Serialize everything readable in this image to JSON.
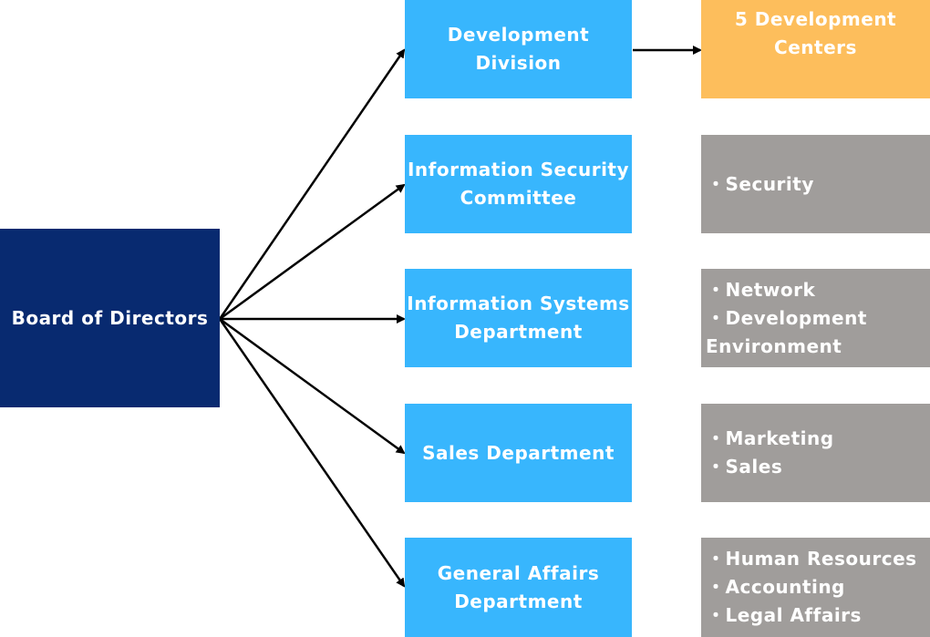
{
  "board": {
    "label": "Board of Directors"
  },
  "departments": [
    {
      "label_lines": [
        "Development",
        "Division"
      ]
    },
    {
      "label_lines": [
        "Information Security",
        "Committee"
      ]
    },
    {
      "label_lines": [
        "Information Systems",
        "Department"
      ]
    },
    {
      "label_lines": [
        "Sales Department"
      ]
    },
    {
      "label_lines": [
        "General Affairs",
        "Department"
      ]
    }
  ],
  "development_centers": {
    "label_lines": [
      "5 Development",
      "Centers"
    ]
  },
  "responsibilities": [
    {
      "items": [
        "・Security"
      ]
    },
    {
      "items": [
        "・Network",
        "・Development",
        "Environment"
      ]
    },
    {
      "items": [
        "・Marketing",
        "・Sales"
      ]
    },
    {
      "items": [
        "・Human Resources",
        "・Accounting",
        "・Legal Affairs"
      ]
    }
  ],
  "colors": {
    "board": "#082a70",
    "department": "#38b6fd",
    "development_centers": "#fdbe5c",
    "responsibility": "#a09d9b",
    "arrow": "#000000",
    "text": "#ffffff"
  }
}
